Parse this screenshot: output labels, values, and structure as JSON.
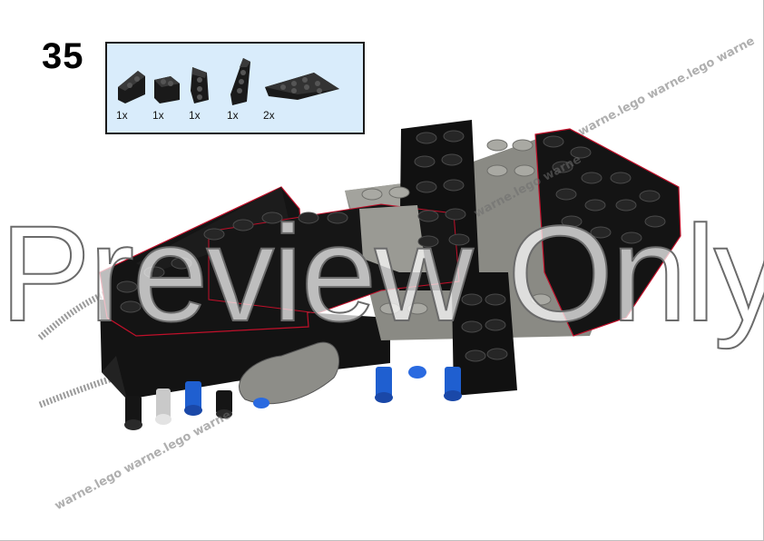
{
  "step": {
    "number": "35"
  },
  "parts": {
    "items": [
      {
        "name": "wedge-plate-left-small",
        "qty": "1x"
      },
      {
        "name": "wedge-plate-right-small",
        "qty": "1x"
      },
      {
        "name": "wedge-plate-left",
        "qty": "1x"
      },
      {
        "name": "wedge-plate-long",
        "qty": "1x"
      },
      {
        "name": "wedge-plate-large",
        "qty": "2x"
      }
    ]
  },
  "watermarks": {
    "top": "warne.lego warne.lego warne",
    "middle": "warne.lego warne",
    "bottom": "warne.lego warne.lego warne"
  },
  "overlay": {
    "text": "Preview Only"
  },
  "colors": {
    "parts_box_bg": "#d9ecfb",
    "brick_black": "#111111",
    "brick_gray": "#8e8e88",
    "pin_blue": "#1f5fd0",
    "edge_red": "#c0102a"
  }
}
